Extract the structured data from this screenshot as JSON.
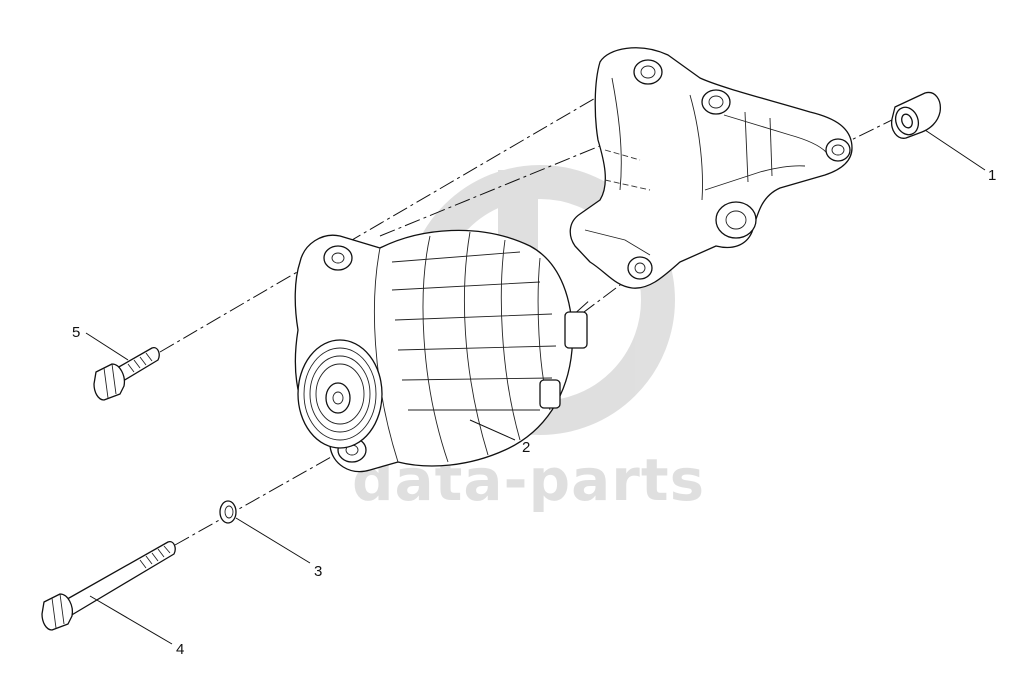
{
  "watermark": {
    "text": "data-parts"
  },
  "callouts": [
    {
      "id": "1",
      "label": "1"
    },
    {
      "id": "2",
      "label": "2"
    },
    {
      "id": "3",
      "label": "3"
    },
    {
      "id": "4",
      "label": "4"
    },
    {
      "id": "5",
      "label": "5"
    }
  ]
}
